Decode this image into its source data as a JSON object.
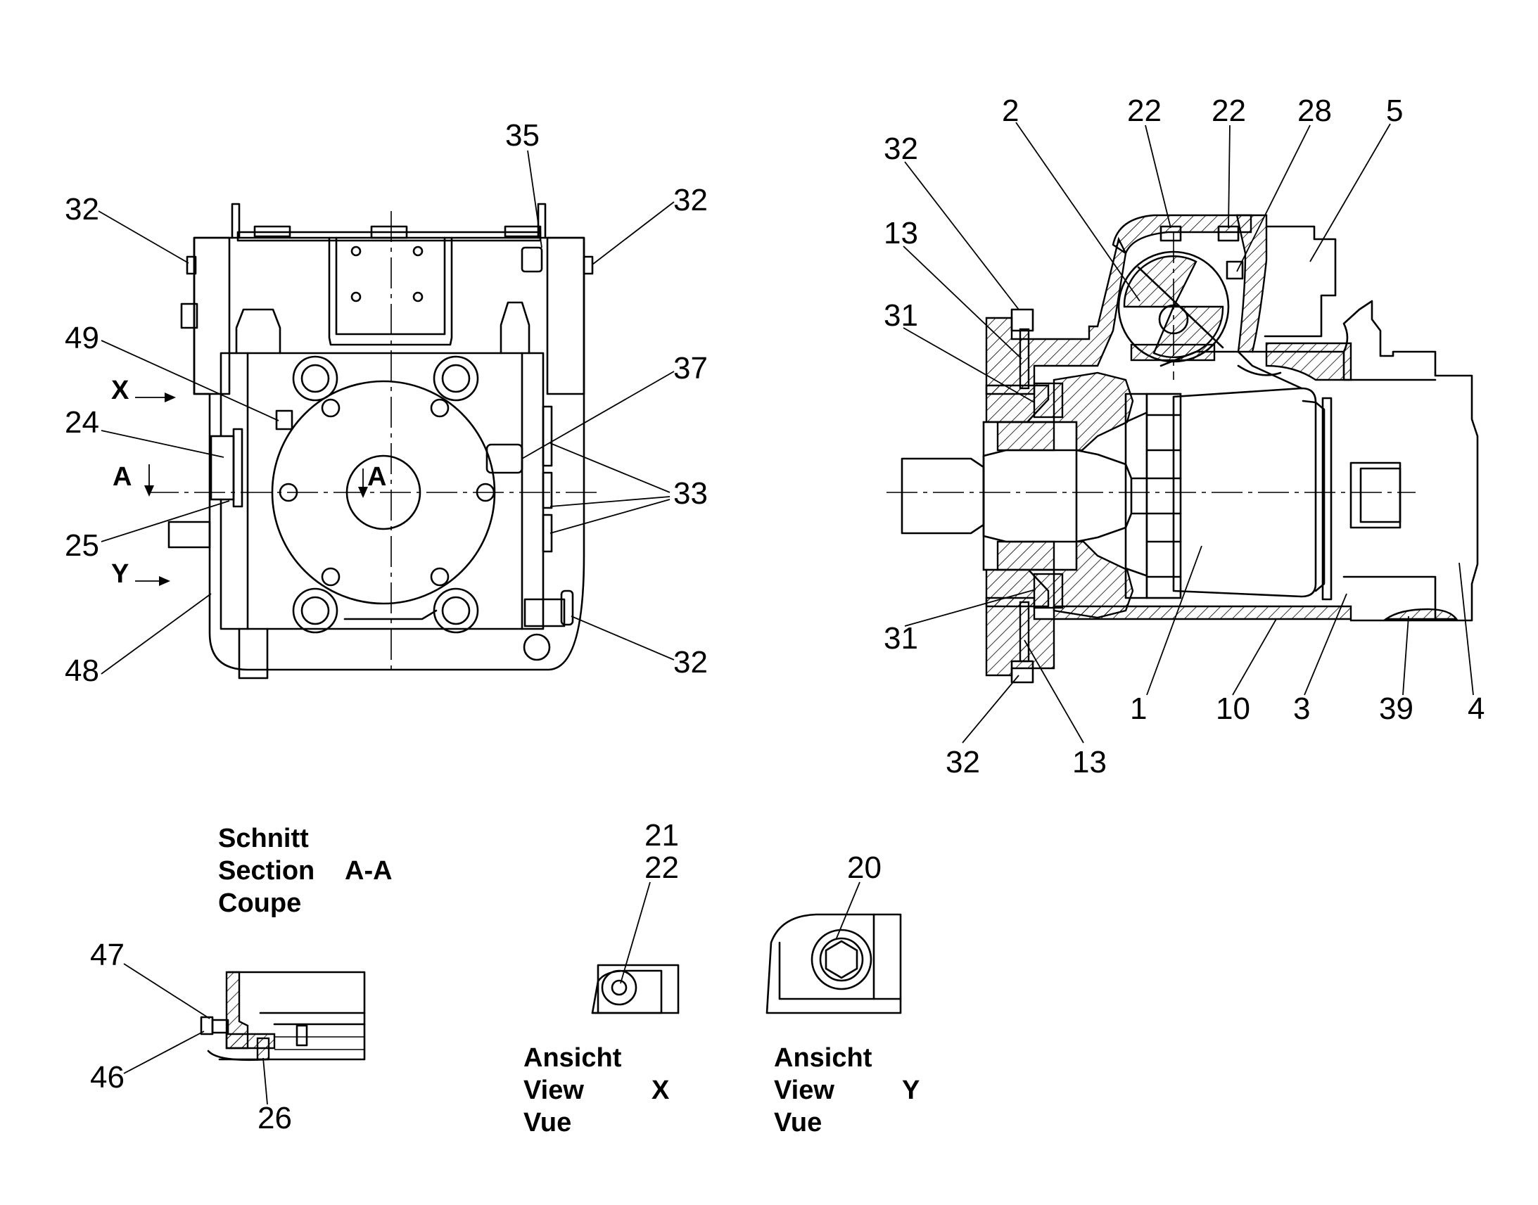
{
  "callouts": {
    "front": {
      "c32_tl": "32",
      "c35": "35",
      "c32_tr": "32",
      "c49": "49",
      "c37": "37",
      "c24": "24",
      "c33": "33",
      "c25": "25",
      "c48": "48",
      "c32_br": "32",
      "x_arrow": "X",
      "y_arrow": "Y",
      "a_left": "A",
      "a_right": "A"
    },
    "side": {
      "c2": "2",
      "c22_a": "22",
      "c22_b": "22",
      "c28": "28",
      "c5": "5",
      "c32_t": "32",
      "c13_t": "13",
      "c31_t": "31",
      "c31_b": "31",
      "c1": "1",
      "c10": "10",
      "c3": "3",
      "c39": "39",
      "c4": "4",
      "c32_b": "32",
      "c13_b": "13"
    },
    "section": {
      "c47": "47",
      "c46": "46",
      "c26": "26"
    },
    "view_x": {
      "c21": "21",
      "c22": "22"
    },
    "view_y": {
      "c20": "20"
    }
  },
  "captions": {
    "section_aa": {
      "line1": "Schnitt",
      "line2": "Section",
      "line3": "Coupe",
      "ref": "A-A"
    },
    "view_x": {
      "line1": "Ansicht",
      "line2": "View",
      "line3": "Vue",
      "ref": "X"
    },
    "view_y": {
      "line1": "Ansicht",
      "line2": "View",
      "line3": "Vue",
      "ref": "Y"
    }
  }
}
